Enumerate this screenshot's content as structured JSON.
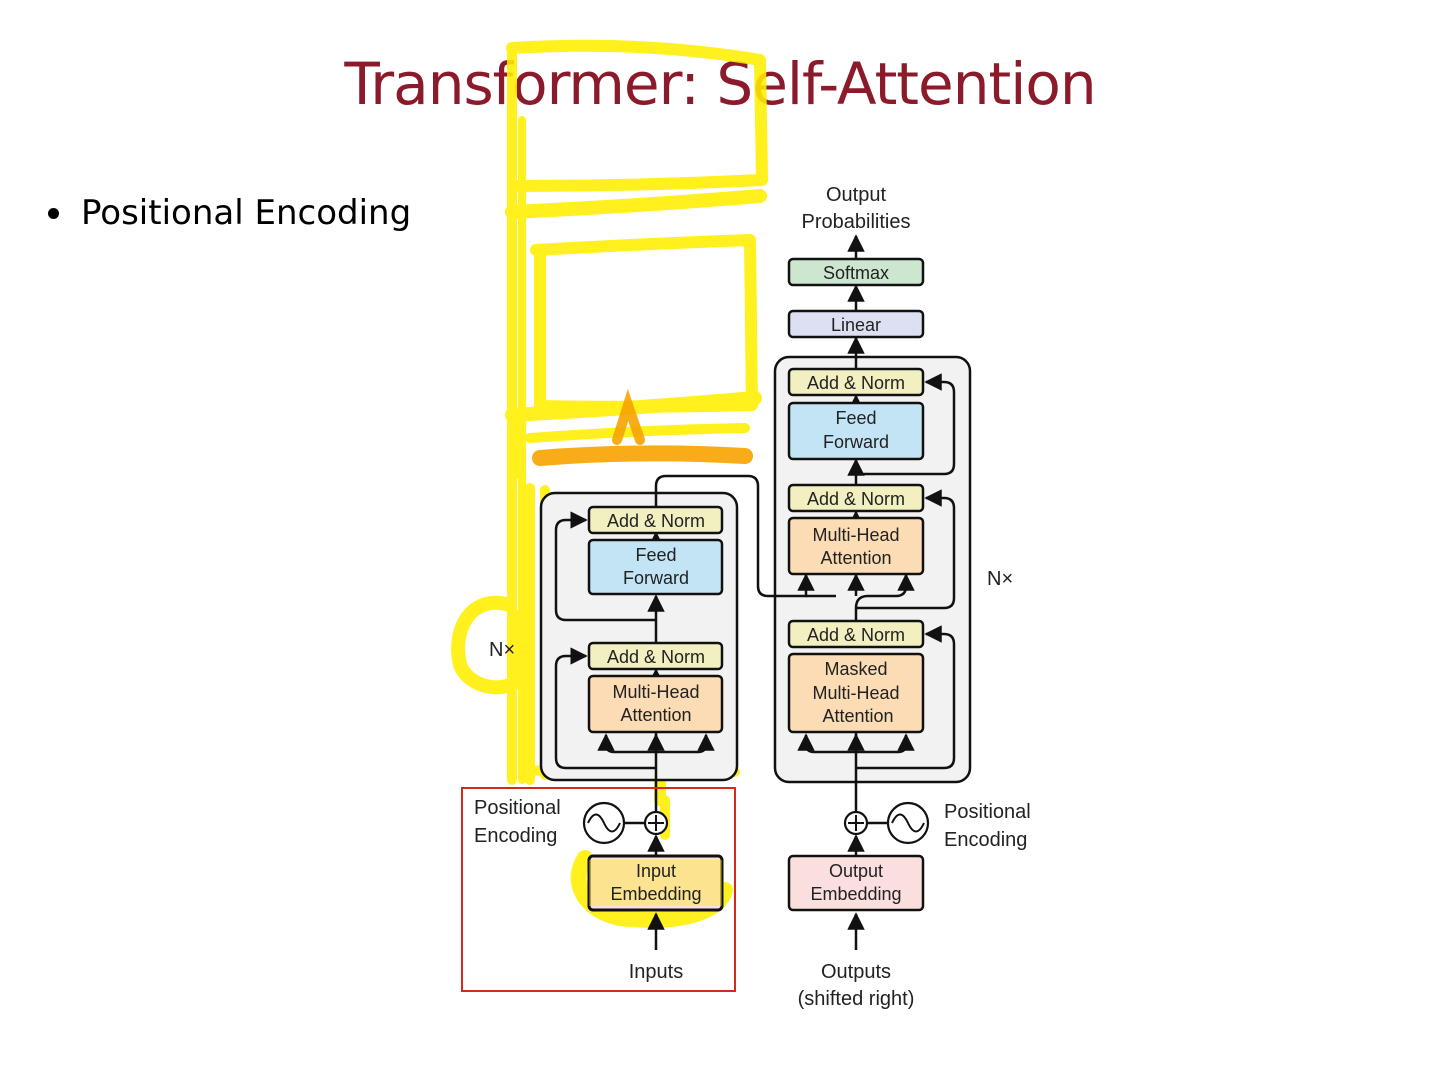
{
  "slide": {
    "title": "Transformer: Self-Attention",
    "bullet": "Positional Encoding"
  },
  "diagram": {
    "output_probabilities": [
      "Output",
      "Probabilities"
    ],
    "softmax": "Softmax",
    "linear": "Linear",
    "add_norm": "Add & Norm",
    "feed_forward": [
      "Feed",
      "Forward"
    ],
    "multi_head_attention": [
      "Multi-Head",
      "Attention"
    ],
    "masked_multi_head_attention": [
      "Masked",
      "Multi-Head",
      "Attention"
    ],
    "nx": "N×",
    "positional_encoding": [
      "Positional",
      "Encoding"
    ],
    "input_embedding": [
      "Input",
      "Embedding"
    ],
    "output_embedding": [
      "Output",
      "Embedding"
    ],
    "inputs": "Inputs",
    "outputs": [
      "Outputs",
      "(shifted right)"
    ]
  },
  "colors": {
    "title": "#8b1a2b",
    "add_norm": "#f2f0c0",
    "feed_forward": "#c3e4f4",
    "attention": "#fcdcb4",
    "softmax": "#cce6cf",
    "linear": "#dde0f3",
    "embedding": "#fbdede",
    "stack_bg": "#f2f2f2",
    "highlight_yellow": "#ffee00",
    "highlight_orange": "#f7a400",
    "annotation_red": "#d42a1e"
  }
}
